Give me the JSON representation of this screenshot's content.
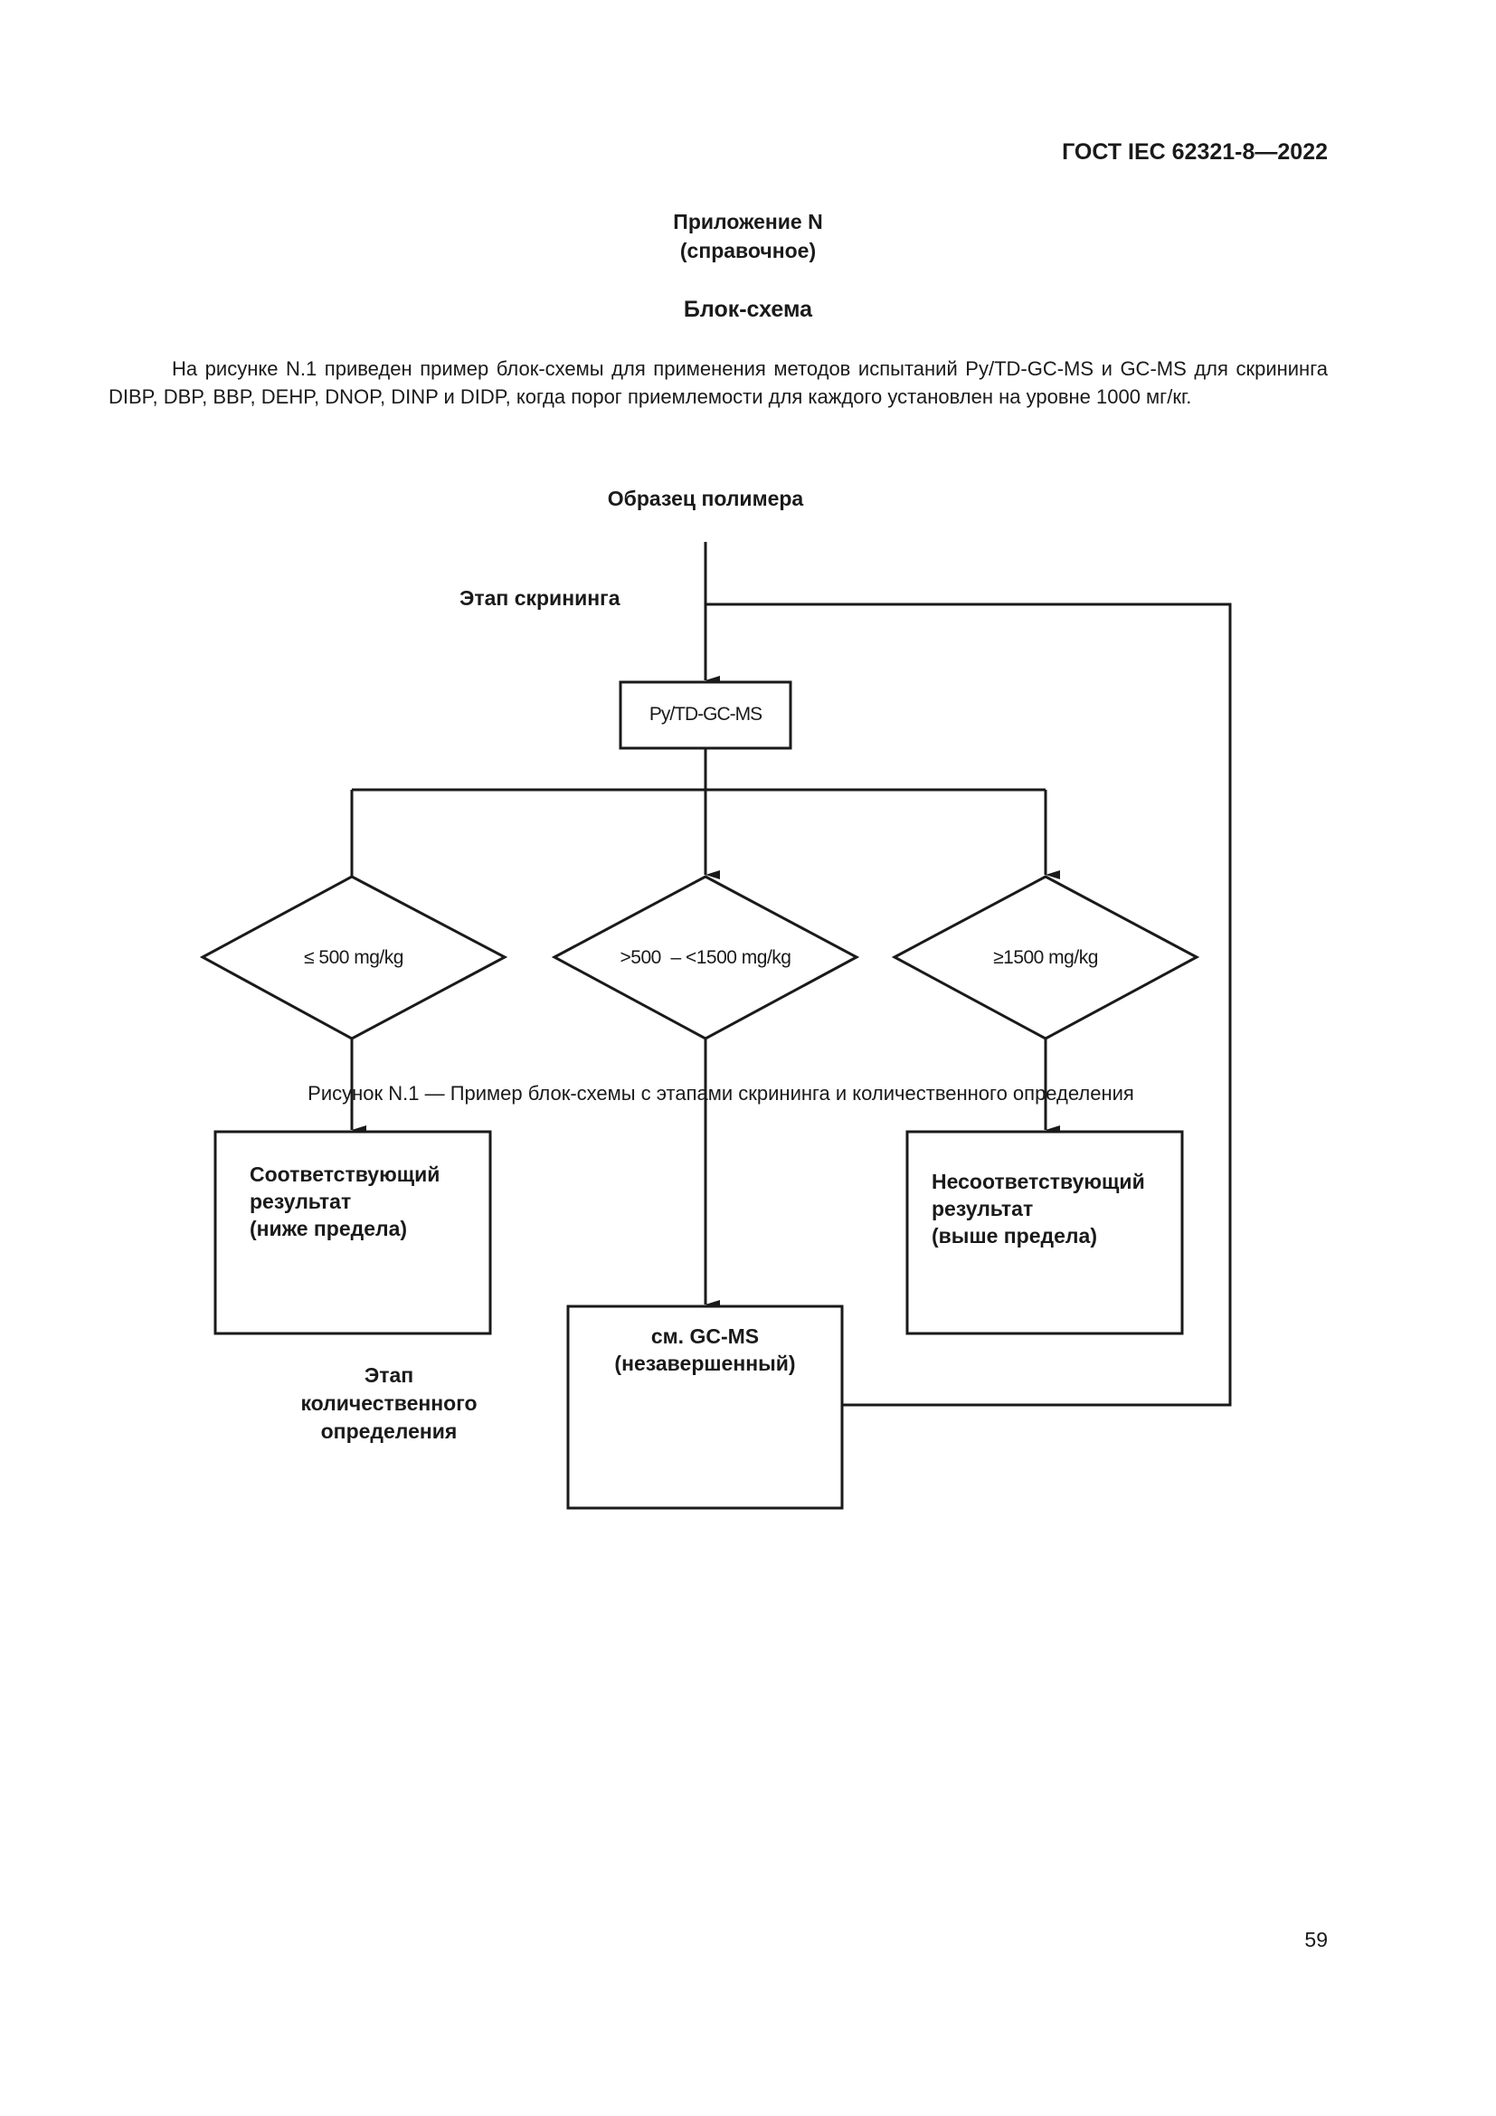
{
  "header": {
    "doc_id": "ГОСТ IEC 62321-8—2022"
  },
  "annex": {
    "title": "Приложение N",
    "type": "(справочное)"
  },
  "section": {
    "title": "Блок-схема"
  },
  "intro": "На рисунке N.1 приведен пример блок-схемы для применения методов испытаний Py/TD-GC-MS и GC-MS для скрининга DIBP, DBP, BBP, DEHP, DNOP, DINP и DIDP, когда порог приемлемости для каждого установлен на уровне 1000 мг/кг.",
  "flowchart": {
    "start": "Образец полимера",
    "screening_stage": "Этап скрининга",
    "method_box": "Py/TD-GC-MS",
    "decisions": [
      "≤ 500 mg/kg",
      ">500  – <1500 mg/kg",
      "≥1500 mg/kg"
    ],
    "result_pass": [
      "Соответствующий",
      "результат",
      "(ниже предела)"
    ],
    "result_fail": [
      "Несоответствующий",
      "результат",
      "(выше предела)"
    ],
    "gcms_box": [
      "см. GC-MS",
      "(незавершенный)"
    ],
    "quant_stage": [
      "Этап",
      "количественного",
      "определения"
    ]
  },
  "caption": "Рисунок N.1 — Пример блок-схемы с этапами скрининга и количественного определения",
  "page_number": "59"
}
